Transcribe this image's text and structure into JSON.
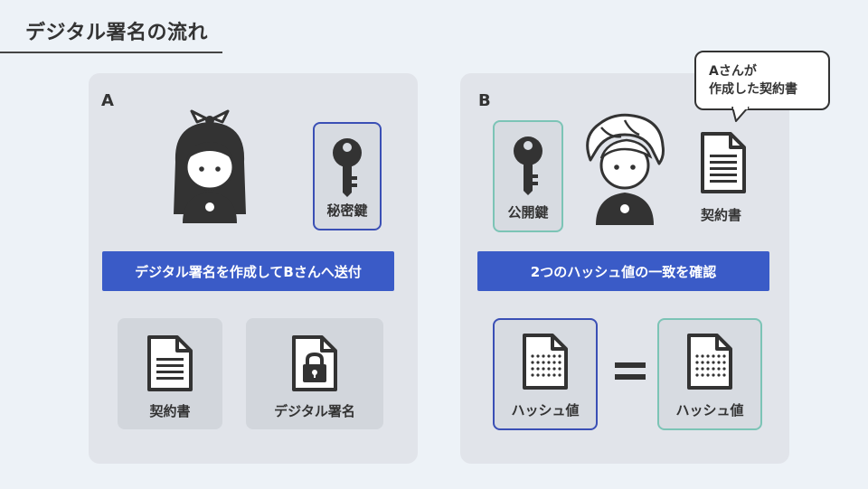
{
  "title": "デジタル署名の流れ",
  "panel_a": {
    "label": "A",
    "key_label": "秘密鍵",
    "banner": "デジタル署名を作成してBさんへ送付",
    "items": [
      {
        "label": "契約書",
        "icon": "document-icon"
      },
      {
        "label": "デジタル署名",
        "icon": "locked-document-icon"
      }
    ]
  },
  "panel_b": {
    "label": "B",
    "key_label": "公開鍵",
    "doc_label": "契約書",
    "bubble_line1": "Aさんが",
    "bubble_line2": "作成した契約書",
    "banner": "2つのハッシュ値の一致を確認",
    "hash_left": "ハッシュ値",
    "hash_right": "ハッシュ値"
  },
  "colors": {
    "accent_blue": "#3a5bc7",
    "border_blue": "#3a4fb5",
    "border_teal": "#7cc4b6",
    "panel_bg": "#e1e4ea",
    "page_bg": "#edf2f7"
  }
}
